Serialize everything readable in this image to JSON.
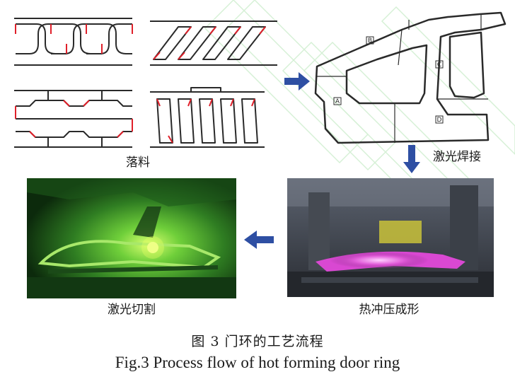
{
  "figure": {
    "step_labels": {
      "blanking": "落料",
      "laser_welding": "激光焊接",
      "hot_stamping": "热冲压成形",
      "laser_cutting": "激光切割"
    },
    "door_ring_part_labels": [
      "A",
      "B",
      "C",
      "D"
    ],
    "caption_cn": "图 3  门环的工艺流程",
    "caption_en": "Fig.3  Process flow of hot forming door ring"
  },
  "colors": {
    "arrow": "#2e4fa3",
    "cut_edge": "#e0202a",
    "outline": "#2a2a2a",
    "watermark": "#b9e6b9"
  },
  "icons": [
    "arrow-right",
    "arrow-down",
    "arrow-left"
  ]
}
